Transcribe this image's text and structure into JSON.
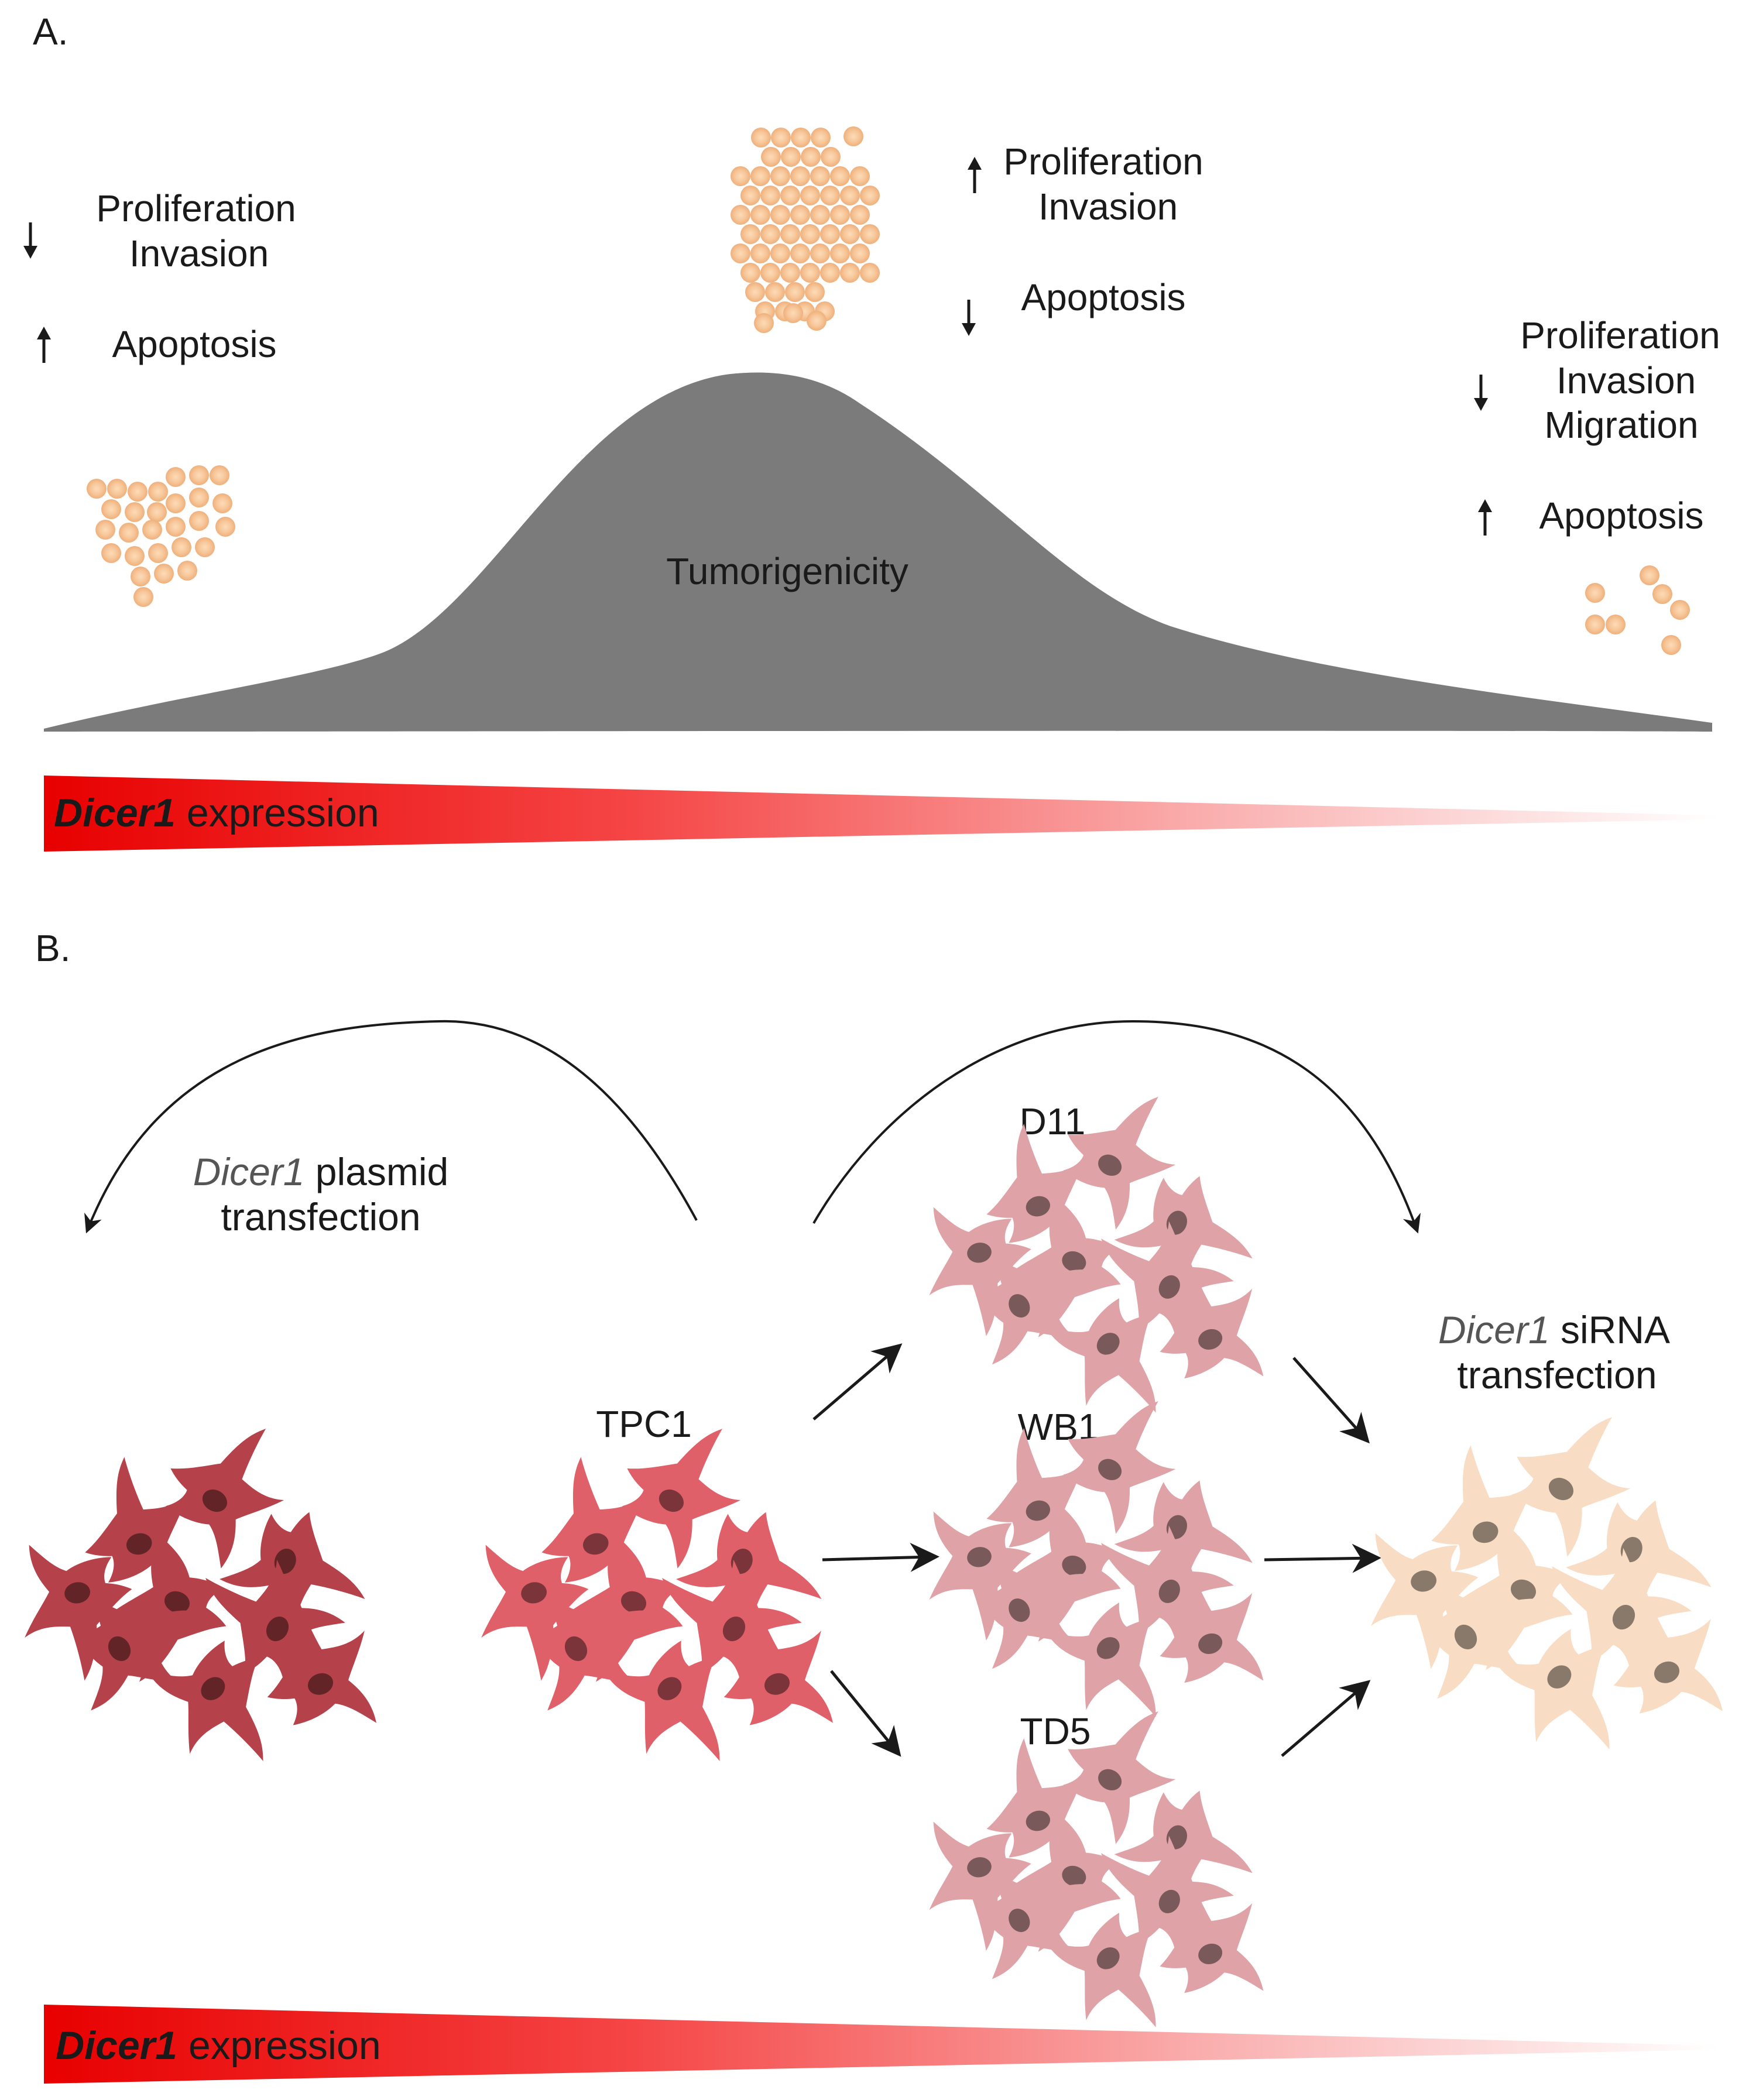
{
  "panel_a": {
    "label": "A.",
    "left_group": {
      "down_terms": [
        "Proliferation",
        "Invasion"
      ],
      "up_terms": [
        "Apoptosis"
      ]
    },
    "center_group": {
      "up_terms": [
        "Proliferation",
        "Invasion"
      ],
      "down_terms": [
        "Apoptosis"
      ]
    },
    "right_group": {
      "down_terms": [
        "Proliferation",
        "Invasion",
        "Migration"
      ],
      "up_terms": [
        "Apoptosis"
      ]
    },
    "curve_label": "Tumorigenicity",
    "gradient_bar": {
      "gene": "Dicer1",
      "suffix": " expression"
    }
  },
  "panel_b": {
    "label": "B.",
    "plasmid": {
      "gene": "Dicer1",
      "line1_suffix": " plasmid",
      "line2": "transfection"
    },
    "sirna": {
      "gene": "Dicer1",
      "line1_suffix": " siRNA",
      "line2": "transfection"
    },
    "parent_line": "TPC1",
    "derived_lines": [
      "D11",
      "WB1",
      "TD5"
    ],
    "gradient_bar": {
      "gene": "Dicer1",
      "suffix": " expression"
    }
  },
  "colors": {
    "curve_fill": "#7b7b7b",
    "gradient_strong": "#e80000",
    "cluster_cell": "#f7c79a",
    "cell_plasmid": "#b5424a",
    "cell_tpc1": "#e0606a",
    "cell_derived": "#dfa2a6",
    "cell_sirna": "#f9dcc4",
    "gene_label": "#555555"
  },
  "icons": [
    "arrow-up-icon",
    "arrow-down-icon",
    "cell-cluster-icon",
    "cell-group-icon",
    "curved-arrow-icon",
    "straight-arrow-icon"
  ]
}
